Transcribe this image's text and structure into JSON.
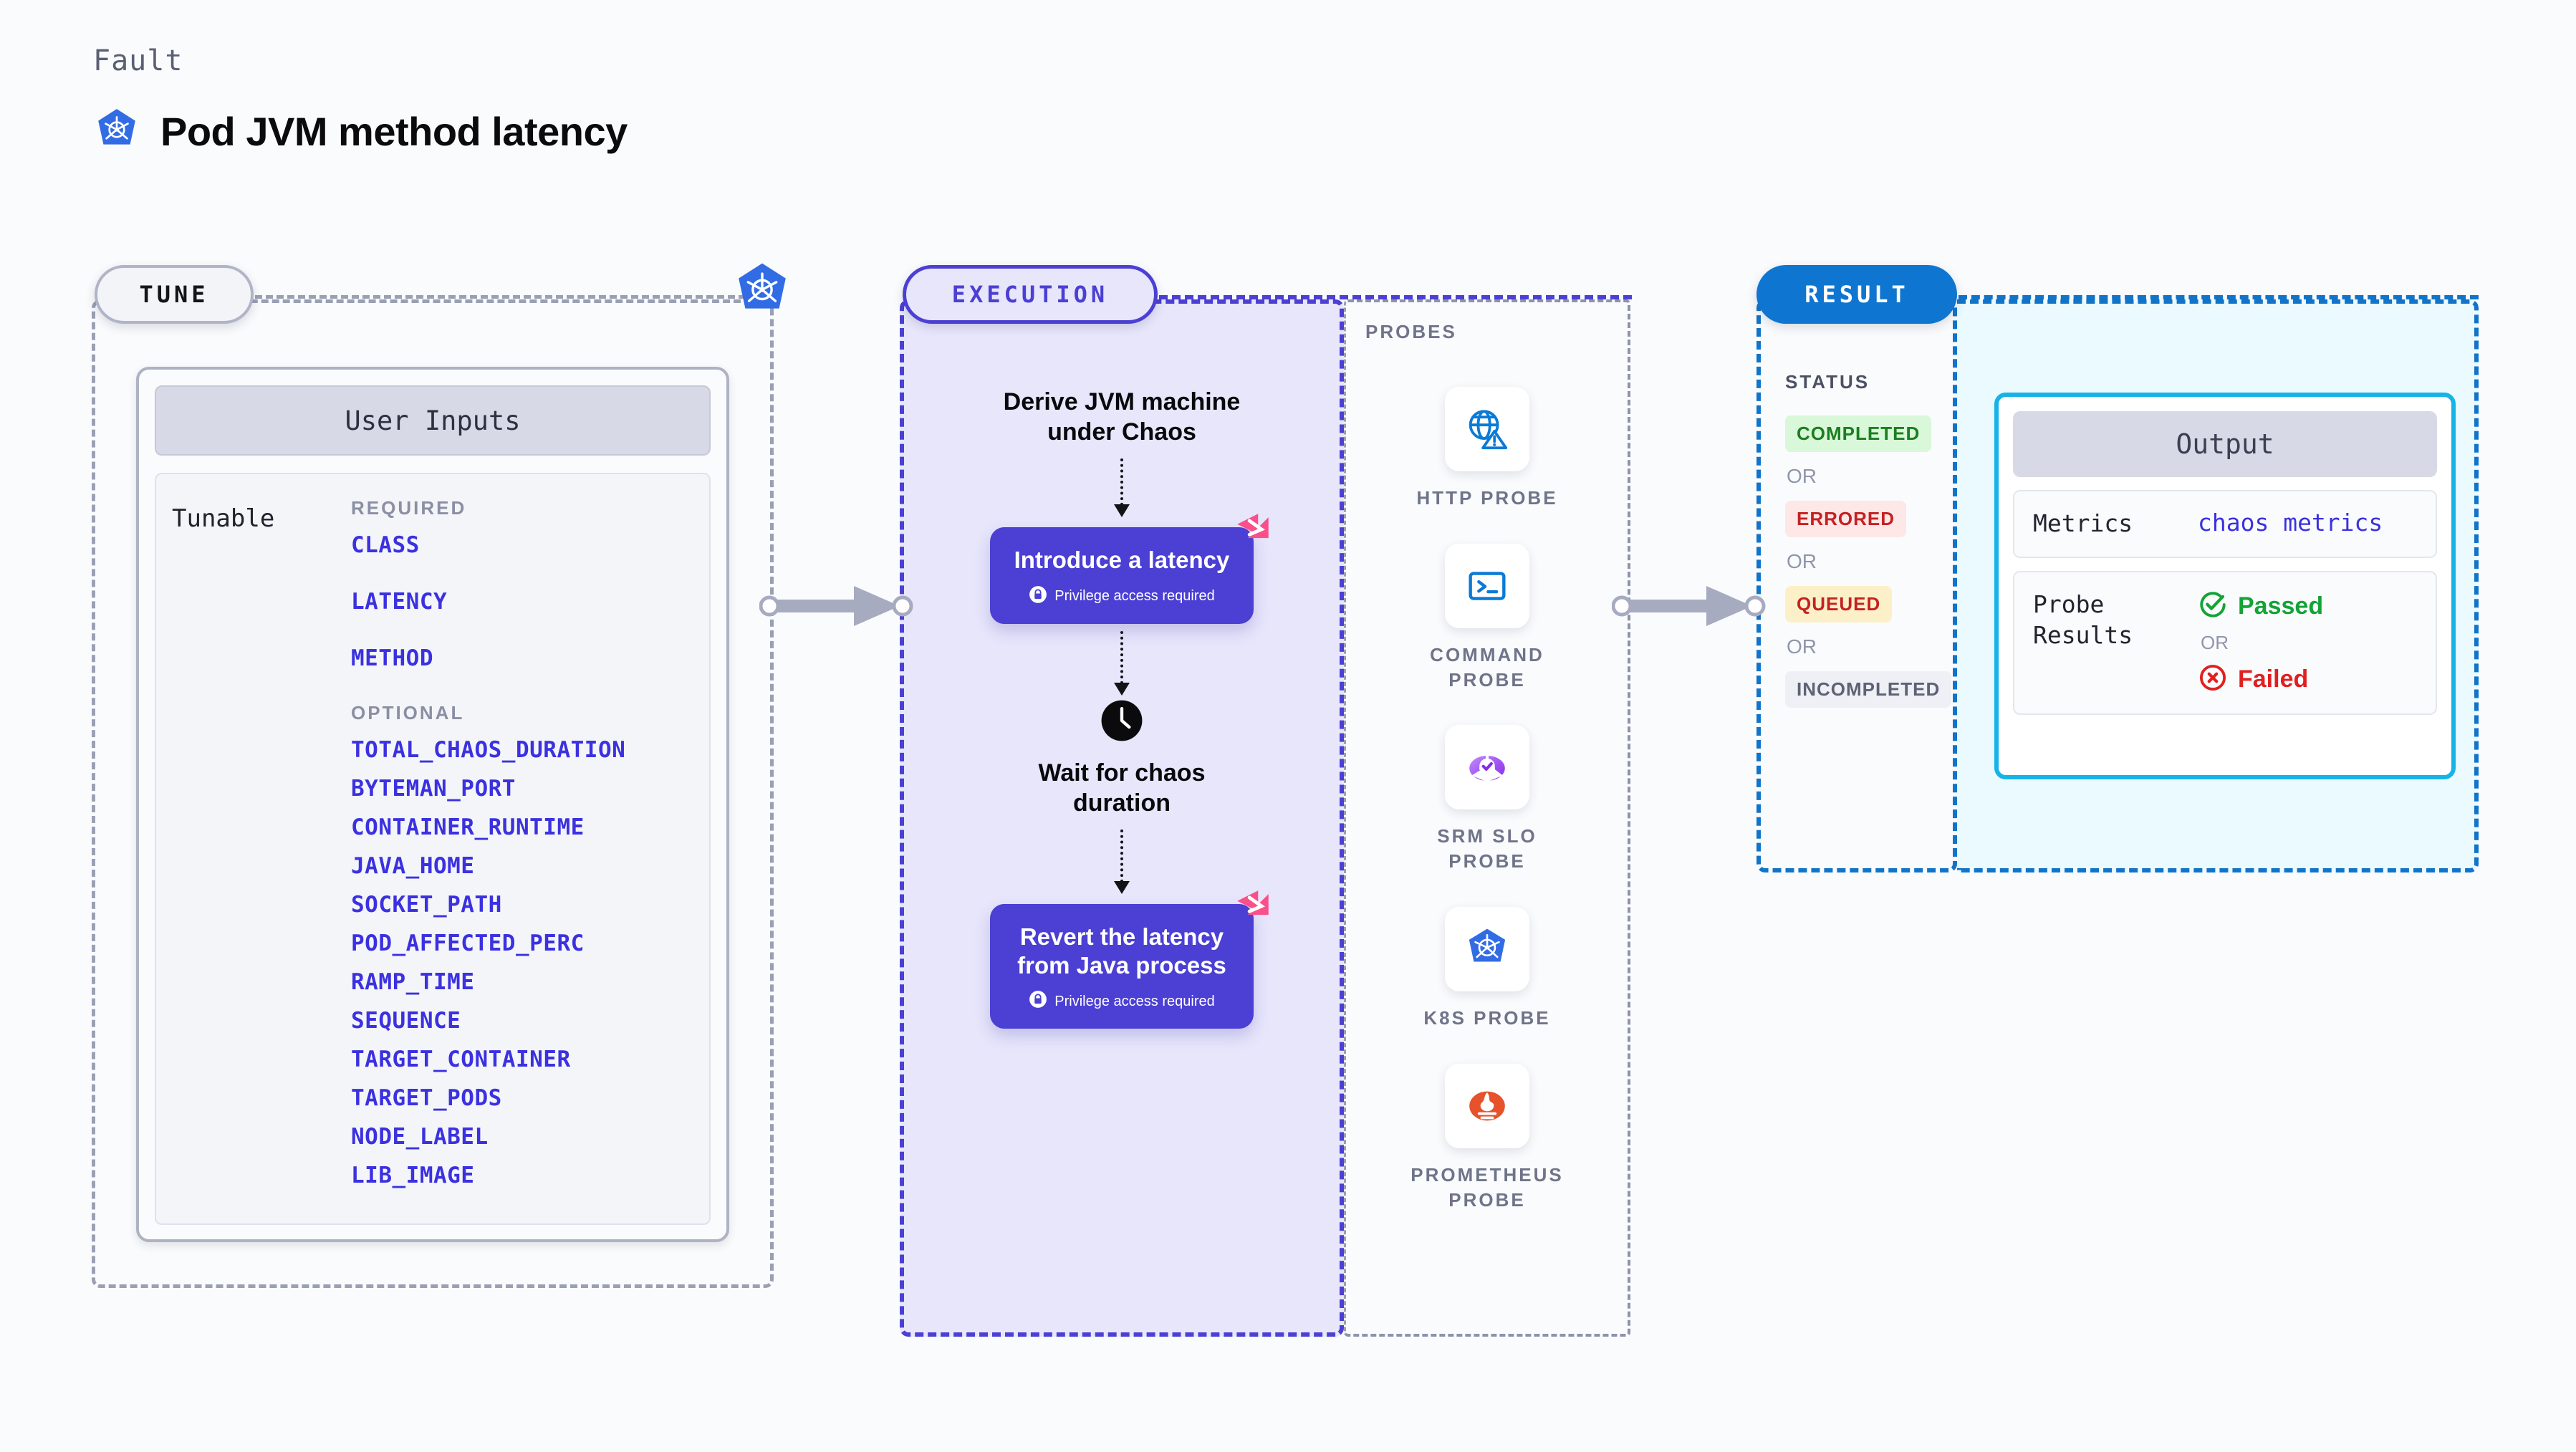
{
  "header": {
    "eyebrow": "Fault",
    "title": "Pod JVM method latency",
    "icon": "kubernetes-icon"
  },
  "sections": {
    "tune": {
      "pill": "TUNE",
      "badge_icon": "kubernetes-icon"
    },
    "execution": {
      "pill": "EXECUTION"
    },
    "probes": {
      "title": "PROBES"
    },
    "result": {
      "pill": "RESULT"
    }
  },
  "tune": {
    "card_title": "User Inputs",
    "tunable_label": "Tunable",
    "required_label": "REQUIRED",
    "optional_label": "OPTIONAL",
    "required": [
      "CLASS",
      "LATENCY",
      "METHOD"
    ],
    "optional": [
      "TOTAL_CHAOS_DURATION",
      "BYTEMAN_PORT",
      "CONTAINER_RUNTIME",
      "JAVA_HOME",
      "SOCKET_PATH",
      "POD_AFFECTED_PERC",
      "RAMP_TIME",
      "SEQUENCE",
      "TARGET_CONTAINER",
      "TARGET_PODS",
      "NODE_LABEL",
      "LIB_IMAGE"
    ]
  },
  "execution": {
    "step1_text": "Derive JVM machine\nunder Chaos",
    "card1": {
      "title": "Introduce a latency",
      "note": "Privilege access required",
      "lock_icon": "lock-icon",
      "brand_icon": "harness-icon"
    },
    "wait_text": "Wait for chaos\nduration",
    "wait_icon": "clock-icon",
    "card2": {
      "title": "Revert the latency\nfrom Java process",
      "note": "Privilege access required",
      "lock_icon": "lock-icon",
      "brand_icon": "harness-icon"
    }
  },
  "probes": [
    {
      "label": "HTTP  PROBE",
      "icon": "globe-warning-icon"
    },
    {
      "label": "COMMAND\nPROBE",
      "icon": "terminal-icon"
    },
    {
      "label": "SRM  SLO\nPROBE",
      "icon": "slo-donut-icon"
    },
    {
      "label": "K8S  PROBE",
      "icon": "kubernetes-icon"
    },
    {
      "label": "PROMETHEUS\nPROBE",
      "icon": "prometheus-icon"
    }
  ],
  "result": {
    "status_label": "STATUS",
    "or_label": "OR",
    "statuses": [
      {
        "label": "COMPLETED",
        "color": "#1a7f1f",
        "bg": "#d9f7d9"
      },
      {
        "label": "ERRORED",
        "color": "#c52121",
        "bg": "#fde7e7"
      },
      {
        "label": "QUEUED",
        "color": "#c52121",
        "bg": "#fcf0c8"
      },
      {
        "label": "INCOMPLETED",
        "color": "#5d6275",
        "bg": "#eef0f5"
      }
    ]
  },
  "output": {
    "title": "Output",
    "metrics_key": "Metrics",
    "metrics_value": "chaos metrics",
    "probe_results_key": "Probe\nResults",
    "passed_label": "Passed",
    "failed_label": "Failed",
    "or_label": "OR",
    "passed_icon": "check-circle-icon",
    "failed_icon": "x-circle-icon"
  },
  "connectors": {
    "arrow1_icon": "arrow-right-icon",
    "arrow2_icon": "arrow-right-icon"
  },
  "colors": {
    "brand_purple": "#4b3fd4",
    "brand_pink": "#f9508c",
    "result_blue": "#1274c9",
    "k8s_blue": "#326ce5",
    "link_blue": "#3b31e0"
  }
}
